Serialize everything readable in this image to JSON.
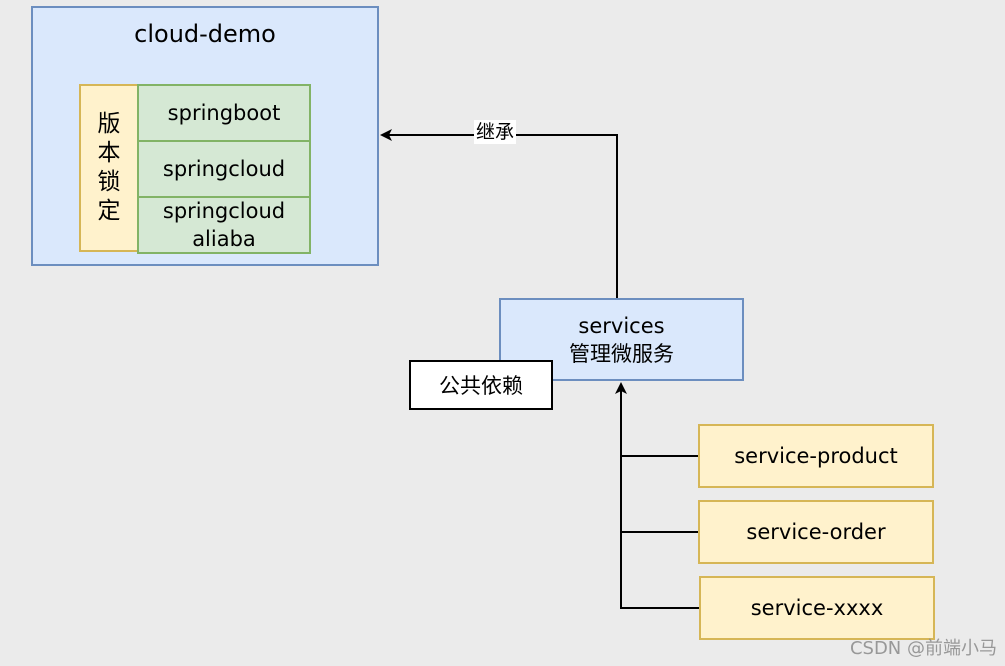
{
  "cloud_demo": {
    "title": "cloud-demo",
    "version_lock_label": "版本锁定",
    "springboot": "springboot",
    "springcloud": "springcloud",
    "springcloud_alibaba": "springcloud\naliaba"
  },
  "services": {
    "line1": "services",
    "line2": "管理微服务"
  },
  "common_deps": "公共依赖",
  "inherit_label": "继承",
  "modules": {
    "product": "service-product",
    "order": "service-order",
    "xxxx": "service-xxxx"
  },
  "watermark": "CSDN @前端小马",
  "colors": {
    "blue_fill": "#dae8fc",
    "blue_stroke": "#6c8ebf",
    "green_fill": "#d5e8d4",
    "green_stroke": "#82b366",
    "yellow_fill": "#fff2cc",
    "yellow_stroke": "#d6b656",
    "background": "#ebebeb"
  }
}
